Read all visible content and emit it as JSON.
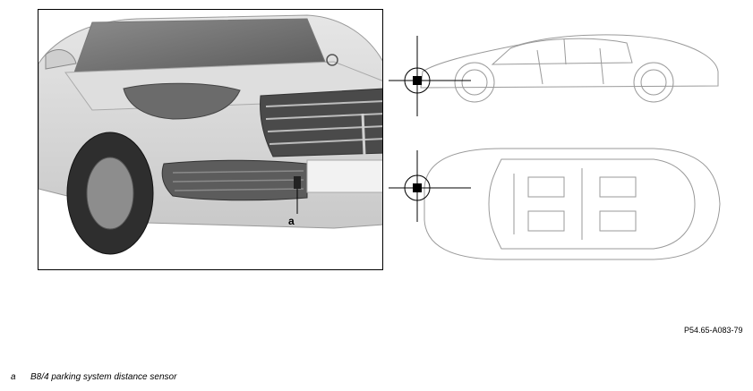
{
  "figure": {
    "callout_letter": "a",
    "figure_code": "P54.65-A083-79"
  },
  "legend": [
    {
      "key": "a",
      "text": "B8/4 parking system distance sensor"
    }
  ]
}
